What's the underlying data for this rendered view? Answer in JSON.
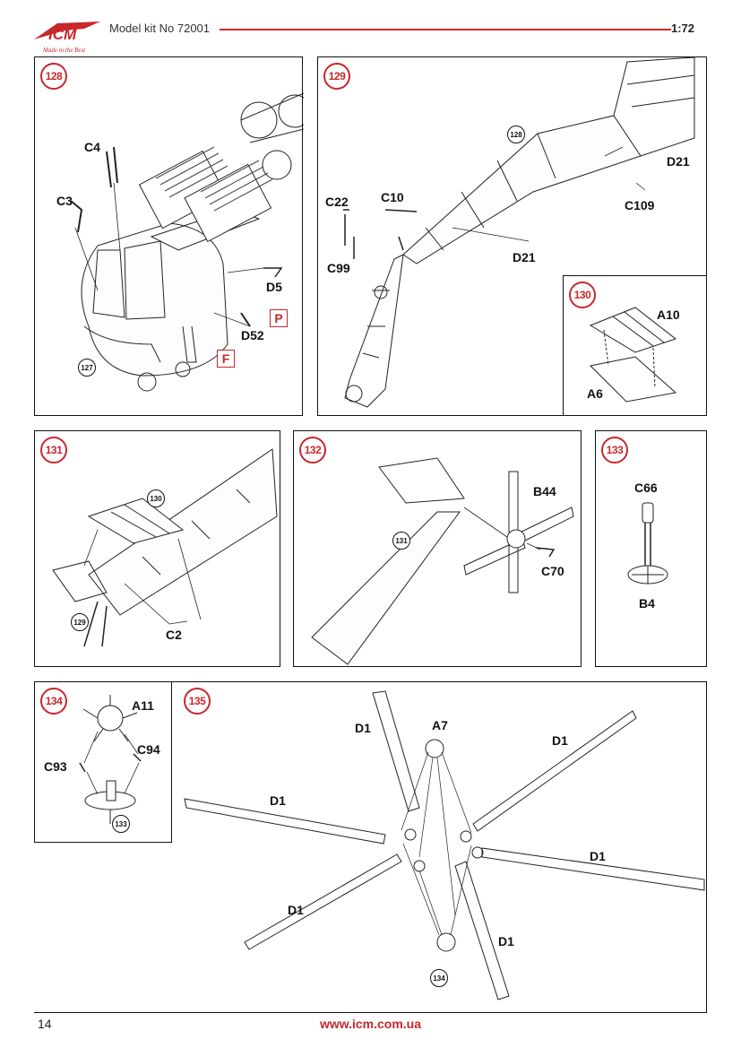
{
  "header": {
    "brand": "ICM",
    "tagline": "Made in the Best",
    "kit": "Model kit No 72001",
    "scale": "1:72"
  },
  "steps": {
    "s128": {
      "number": "128",
      "ref": "127",
      "parts": [
        "C4",
        "C3",
        "D5",
        "D52"
      ],
      "markers": [
        "P",
        "F"
      ]
    },
    "s129": {
      "number": "129",
      "ref": "128",
      "parts": [
        "C22",
        "C10",
        "C99",
        "D21",
        "C109",
        "D21"
      ]
    },
    "s130": {
      "number": "130",
      "parts": [
        "A10",
        "A6"
      ]
    },
    "s131": {
      "number": "131",
      "refs": [
        "130",
        "129"
      ],
      "parts": [
        "C2"
      ]
    },
    "s132": {
      "number": "132",
      "ref": "131",
      "parts": [
        "B44",
        "C70"
      ]
    },
    "s133": {
      "number": "133",
      "parts": [
        "C66",
        "B4"
      ]
    },
    "s134": {
      "number": "134",
      "ref": "133",
      "parts": [
        "A11",
        "C94",
        "C93"
      ]
    },
    "s135": {
      "number": "135",
      "ref": "134",
      "parts": [
        "A7",
        "D1",
        "D1",
        "D1",
        "D1",
        "D1",
        "D1"
      ]
    }
  },
  "footer": {
    "page": "14",
    "url": "www.icm.com.ua"
  },
  "colors": {
    "accent": "#c8272c",
    "ink": "#111111"
  }
}
